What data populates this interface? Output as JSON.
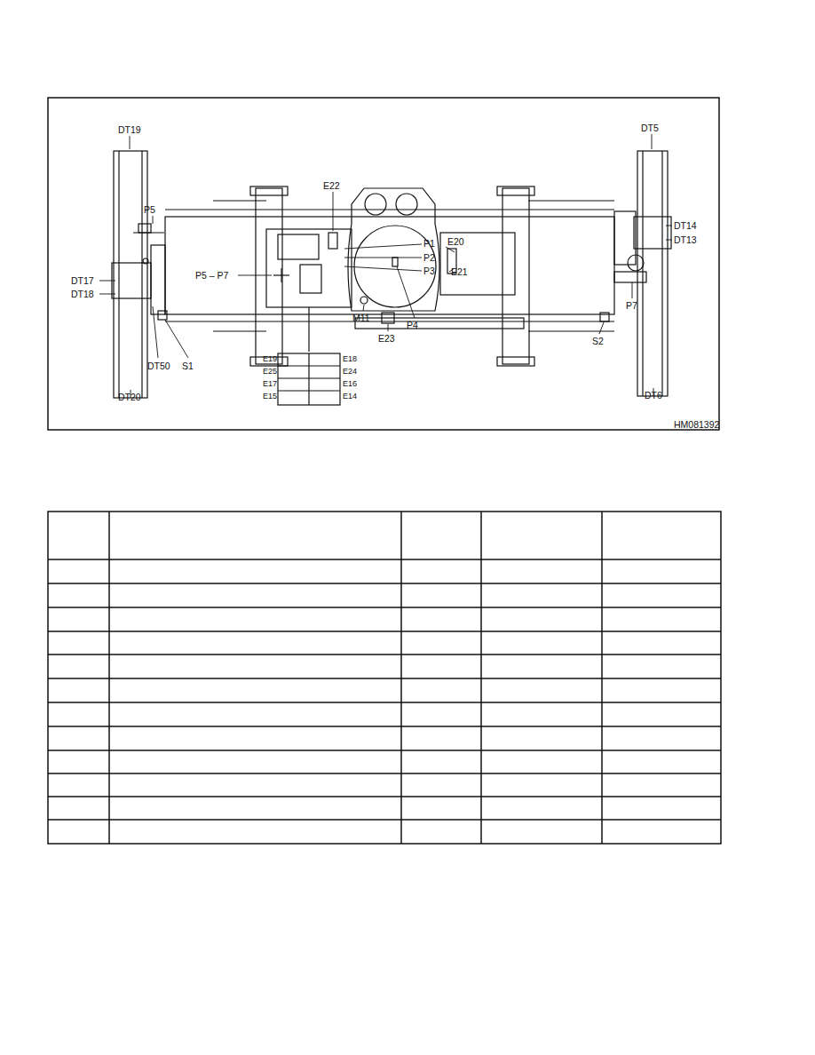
{
  "diagram": {
    "labels": [
      "DT19",
      "DT5",
      "E22",
      "P5",
      "DT14",
      "DT13",
      "P1",
      "E20",
      "P2",
      "P3",
      "E21",
      "DT17",
      "P5 – P7",
      "DT18",
      "P7",
      "M11",
      "P4",
      "E23",
      "S2",
      "DT50",
      "S1",
      "DT20",
      "DT6",
      "E19",
      "E18",
      "E25",
      "E24",
      "E17",
      "E16",
      "E15",
      "E14",
      "HM081392"
    ]
  }
}
